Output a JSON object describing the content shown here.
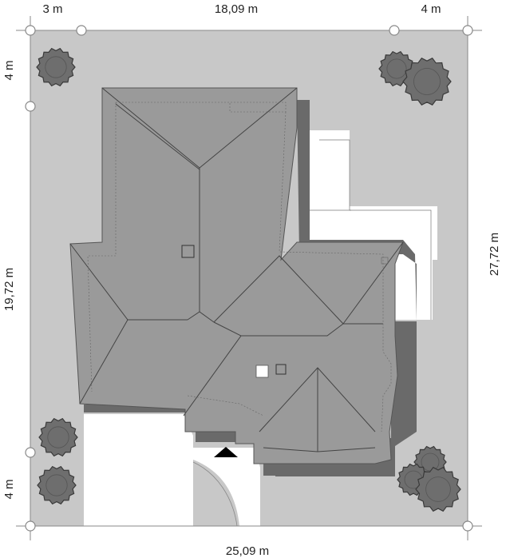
{
  "dimensions": {
    "top_left_offset": "3 m",
    "top_width": "18,09 m",
    "top_right_offset": "4 m",
    "left_top_offset": "4 m",
    "left_height": "19,72 m",
    "left_bottom_offset": "4 m",
    "right_height": "27,72 m",
    "bottom_width": "25,09 m"
  },
  "colors": {
    "plot": "#c8c8c8",
    "roof": "#9a9a9a",
    "roof_shadow": "#6a6a6a",
    "terrace": "#ffffff",
    "tree": "#6e6e6e",
    "entrance_marker": "#000000"
  },
  "icons": {
    "entrance": "entrance-arrow-icon",
    "tree": "tree-icon",
    "survey_point": "survey-point-icon"
  }
}
